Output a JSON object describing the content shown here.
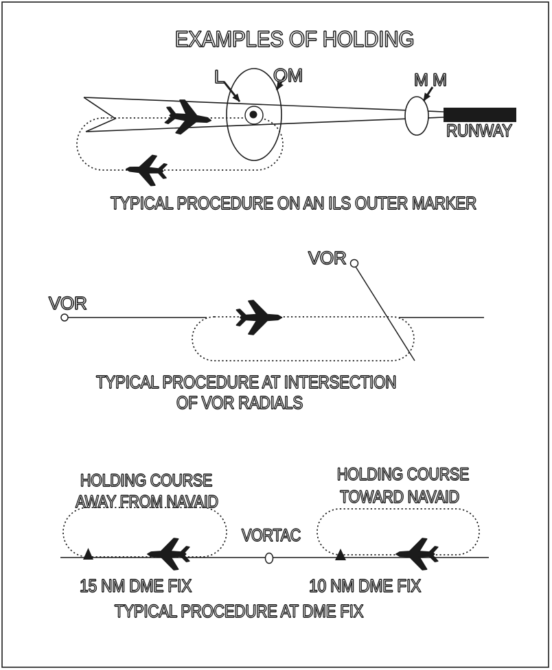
{
  "colors": {
    "ink": "#1b1b1b",
    "paper": "#ffffff"
  },
  "title": "EXAMPLES OF HOLDING",
  "ils_section": {
    "locator_label": "L",
    "outer_marker_label": "OM",
    "middle_marker_label": "M M",
    "runway_label": "RUNWAY",
    "caption": "TYPICAL PROCEDURE ON AN ILS OUTER MARKER"
  },
  "vor_section": {
    "vor_west_label": "VOR",
    "vor_northeast_label": "VOR",
    "caption_line1": "TYPICAL PROCEDURE AT INTERSECTION",
    "caption_line2": "OF VOR RADIALS"
  },
  "dme_section": {
    "left_holding_line1": "HOLDING COURSE",
    "left_holding_line2": "AWAY FROM NAVAID",
    "right_holding_line1": "HOLDING COURSE",
    "right_holding_line2": "TOWARD NAVAID",
    "vortac_label": "VORTAC",
    "left_fix_label": "15 NM DME FIX",
    "right_fix_label": "10 NM DME FIX",
    "caption": "TYPICAL PROCEDURE AT DME FIX"
  }
}
